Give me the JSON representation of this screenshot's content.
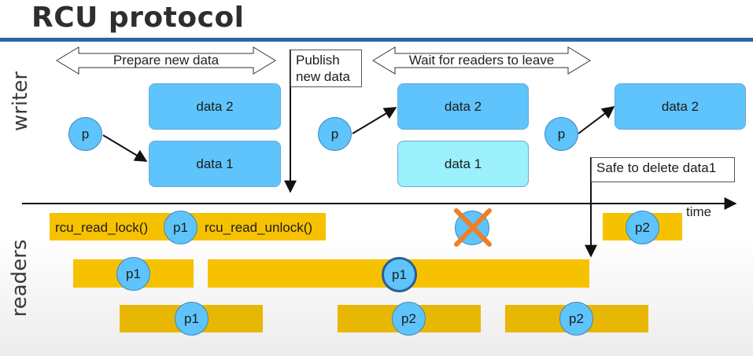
{
  "title": "RCU protocol",
  "labels": {
    "writer": "writer",
    "readers": "readers",
    "time": "time"
  },
  "phases": {
    "prepare": "Prepare new data",
    "wait": "Wait for readers to leave"
  },
  "callouts": {
    "publish_line1": "Publish",
    "publish_line2": "new data",
    "safe_delete": "Safe to delete data1"
  },
  "writer_states": {
    "pointer": "p",
    "data2": "data 2",
    "data1": "data 1"
  },
  "reader_row1": {
    "lock": "rcu_read_lock()",
    "unlock": "rcu_read_unlock()",
    "reader_a": "p1",
    "reader_b": "p2"
  },
  "reader_row2": {
    "reader_a": "p1",
    "reader_b": "p1"
  },
  "reader_row3": {
    "reader_a": "p1",
    "reader_b": "p2",
    "reader_c": "p2"
  },
  "colors": {
    "accent_rule": "#2f64a7",
    "data_box": "#5ec4fb",
    "data_box_stale": "#9bf0fb",
    "reader_bar": "#f6c200",
    "cancel_mark": "#f07e26"
  }
}
